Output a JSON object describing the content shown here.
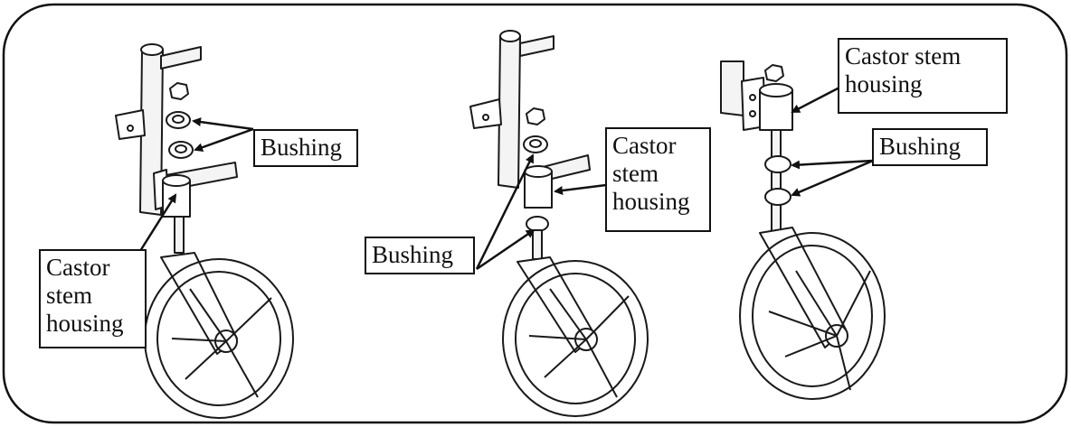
{
  "colors": {
    "line": "#1a1a1a",
    "part_fill": "#ffffff",
    "frame_fill": "#f4f4f4",
    "background": "#ffffff"
  },
  "panels": [
    {
      "name": "left-assembly",
      "labels": {
        "bushing": "Bushing",
        "housing": [
          "Castor",
          "stem",
          "housing"
        ]
      }
    },
    {
      "name": "middle-assembly",
      "labels": {
        "housing": [
          "Castor",
          "stem",
          "housing"
        ],
        "bushing": "Bushing"
      }
    },
    {
      "name": "right-assembly",
      "labels": {
        "housing": [
          "Castor stem",
          "housing"
        ],
        "bushing": "Bushing"
      }
    }
  ]
}
